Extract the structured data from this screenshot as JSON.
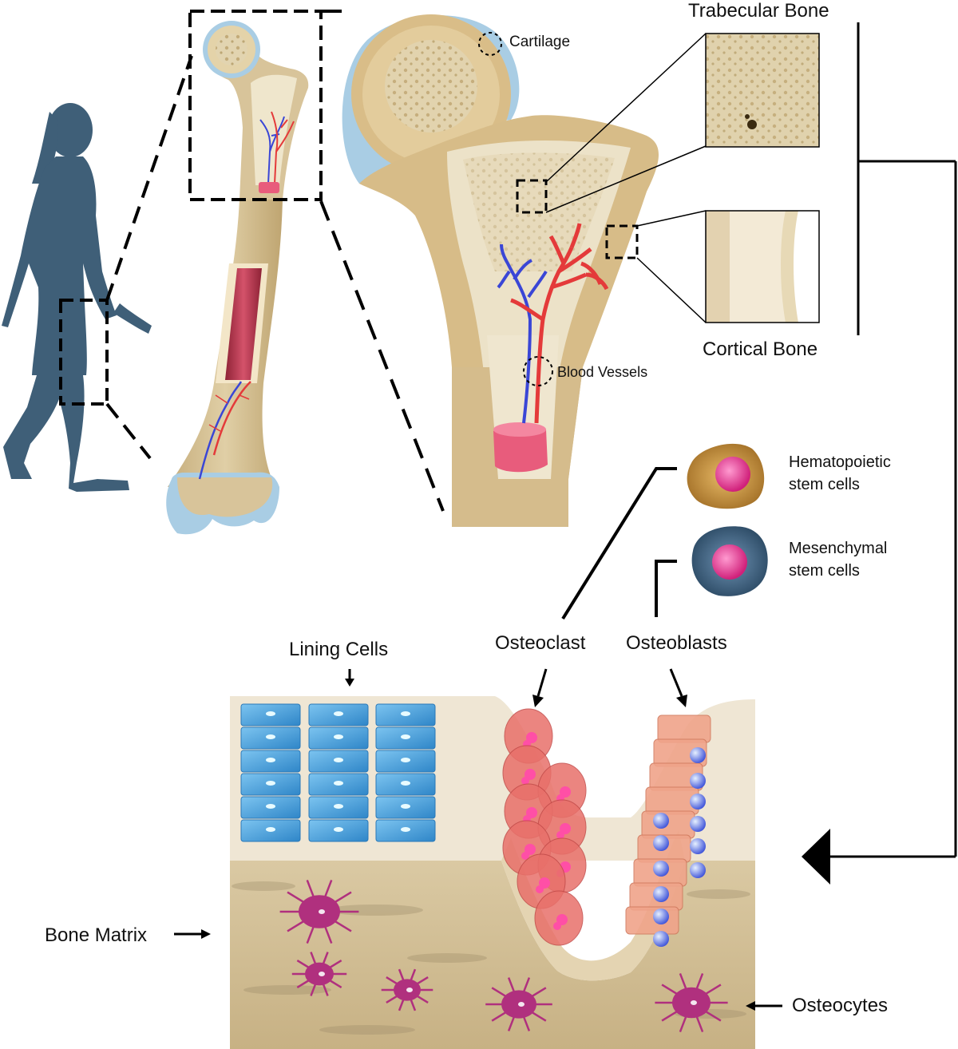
{
  "labels": {
    "cartilage": "Cartilage",
    "trabecular_bone": "Trabecular Bone",
    "cortical_bone": "Cortical Bone",
    "blood_vessels": "Blood Vessels",
    "hsc_line1": "Hematopoietic",
    "hsc_line2": "stem cells",
    "msc_line1": "Mesenchymal",
    "msc_line2": "stem cells",
    "osteoclast": "Osteoclast",
    "osteoblasts": "Osteoblasts",
    "lining_cells": "Lining Cells",
    "bone_matrix": "Bone Matrix",
    "osteocytes": "Osteocytes"
  },
  "colors": {
    "silhouette": "#3f5f78",
    "bone": "#d8c49a",
    "bone_dark": "#b99a66",
    "cartilage": "#a9cde4",
    "marrow": "#c23a52",
    "artery": "#e43a3a",
    "vein": "#3a46d6",
    "lining_cell": "#4aa4e0",
    "osteoclast": "#e8706a",
    "osteoblast": "#f0a48a",
    "osteocyte": "#b0307e",
    "hsc": "#c98a2a",
    "msc": "#3e5e7c"
  }
}
